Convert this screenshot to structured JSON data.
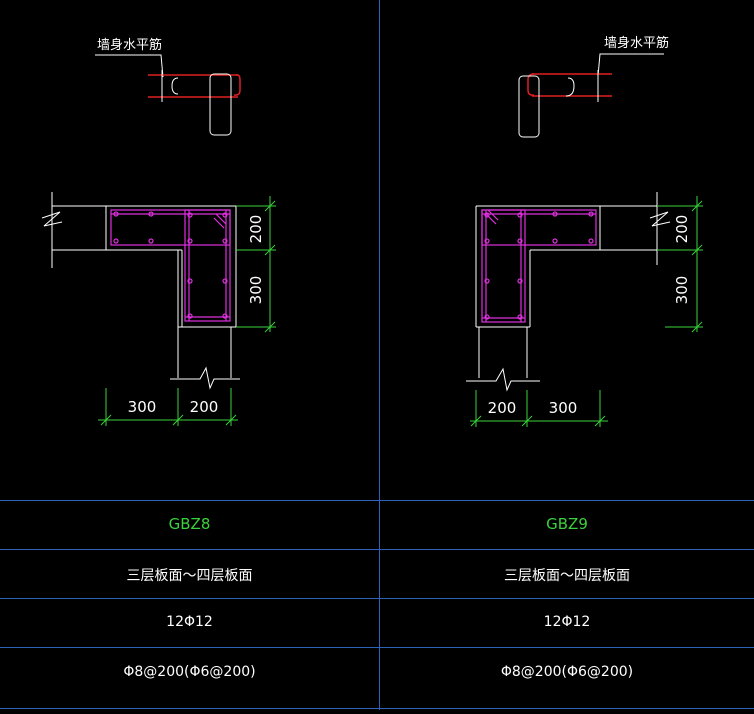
{
  "colors": {
    "background": "#000000",
    "grid_line": "#2f63b8",
    "outline": "#ffffff",
    "rebar": "#e030e0",
    "dimension": "#3ad23a",
    "detail_bar": "#e02020"
  },
  "panels": [
    {
      "detail_label": "墙身水平筋",
      "dims_vertical": [
        "200",
        "300"
      ],
      "dims_horizontal": [
        "300",
        "200"
      ],
      "name": "GBZ8",
      "level_range": "三层板面～四层板面",
      "longitudinal_rebar": "12Φ12",
      "stirrup": "Φ8@200(Φ6@200)"
    },
    {
      "detail_label": "墙身水平筋",
      "dims_vertical": [
        "200",
        "300"
      ],
      "dims_horizontal": [
        "200",
        "300"
      ],
      "name": "GBZ9",
      "level_range": "三层板面～四层板面",
      "longitudinal_rebar": "12Φ12",
      "stirrup": "Φ8@200(Φ6@200)"
    }
  ]
}
